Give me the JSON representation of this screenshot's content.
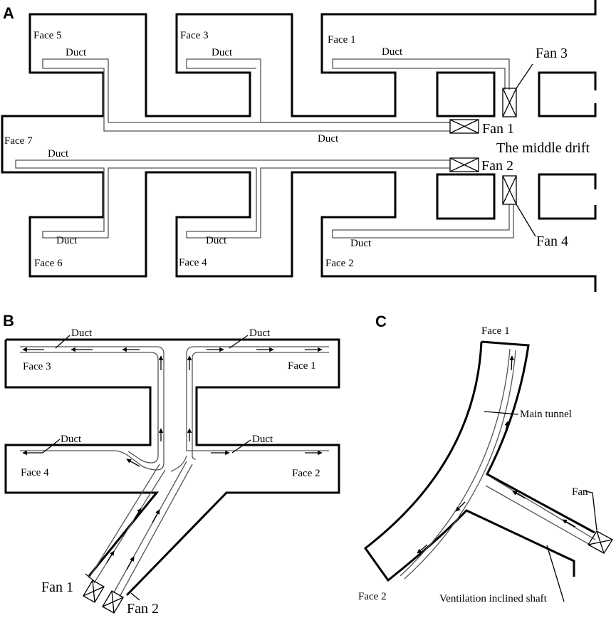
{
  "panels": {
    "a": {
      "letter": "A",
      "faces": [
        "Face 5",
        "Face 3",
        "Face 1",
        "Face 7",
        "Face 6",
        "Face 4",
        "Face 2"
      ],
      "duct_label": "Duct",
      "fans": [
        "Fan 1",
        "Fan 2",
        "Fan 3",
        "Fan 4"
      ],
      "middle_drift": "The middle drift"
    },
    "b": {
      "letter": "B",
      "faces": [
        "Face 3",
        "Face 1",
        "Face 4",
        "Face 2"
      ],
      "duct_label": "Duct",
      "fans": [
        "Fan 1",
        "Fan 2"
      ]
    },
    "c": {
      "letter": "C",
      "faces": [
        "Face 1",
        "Face 2"
      ],
      "main_tunnel": "Main tunnel",
      "fan": "Fan",
      "shaft": "Ventilation inclined shaft"
    }
  }
}
